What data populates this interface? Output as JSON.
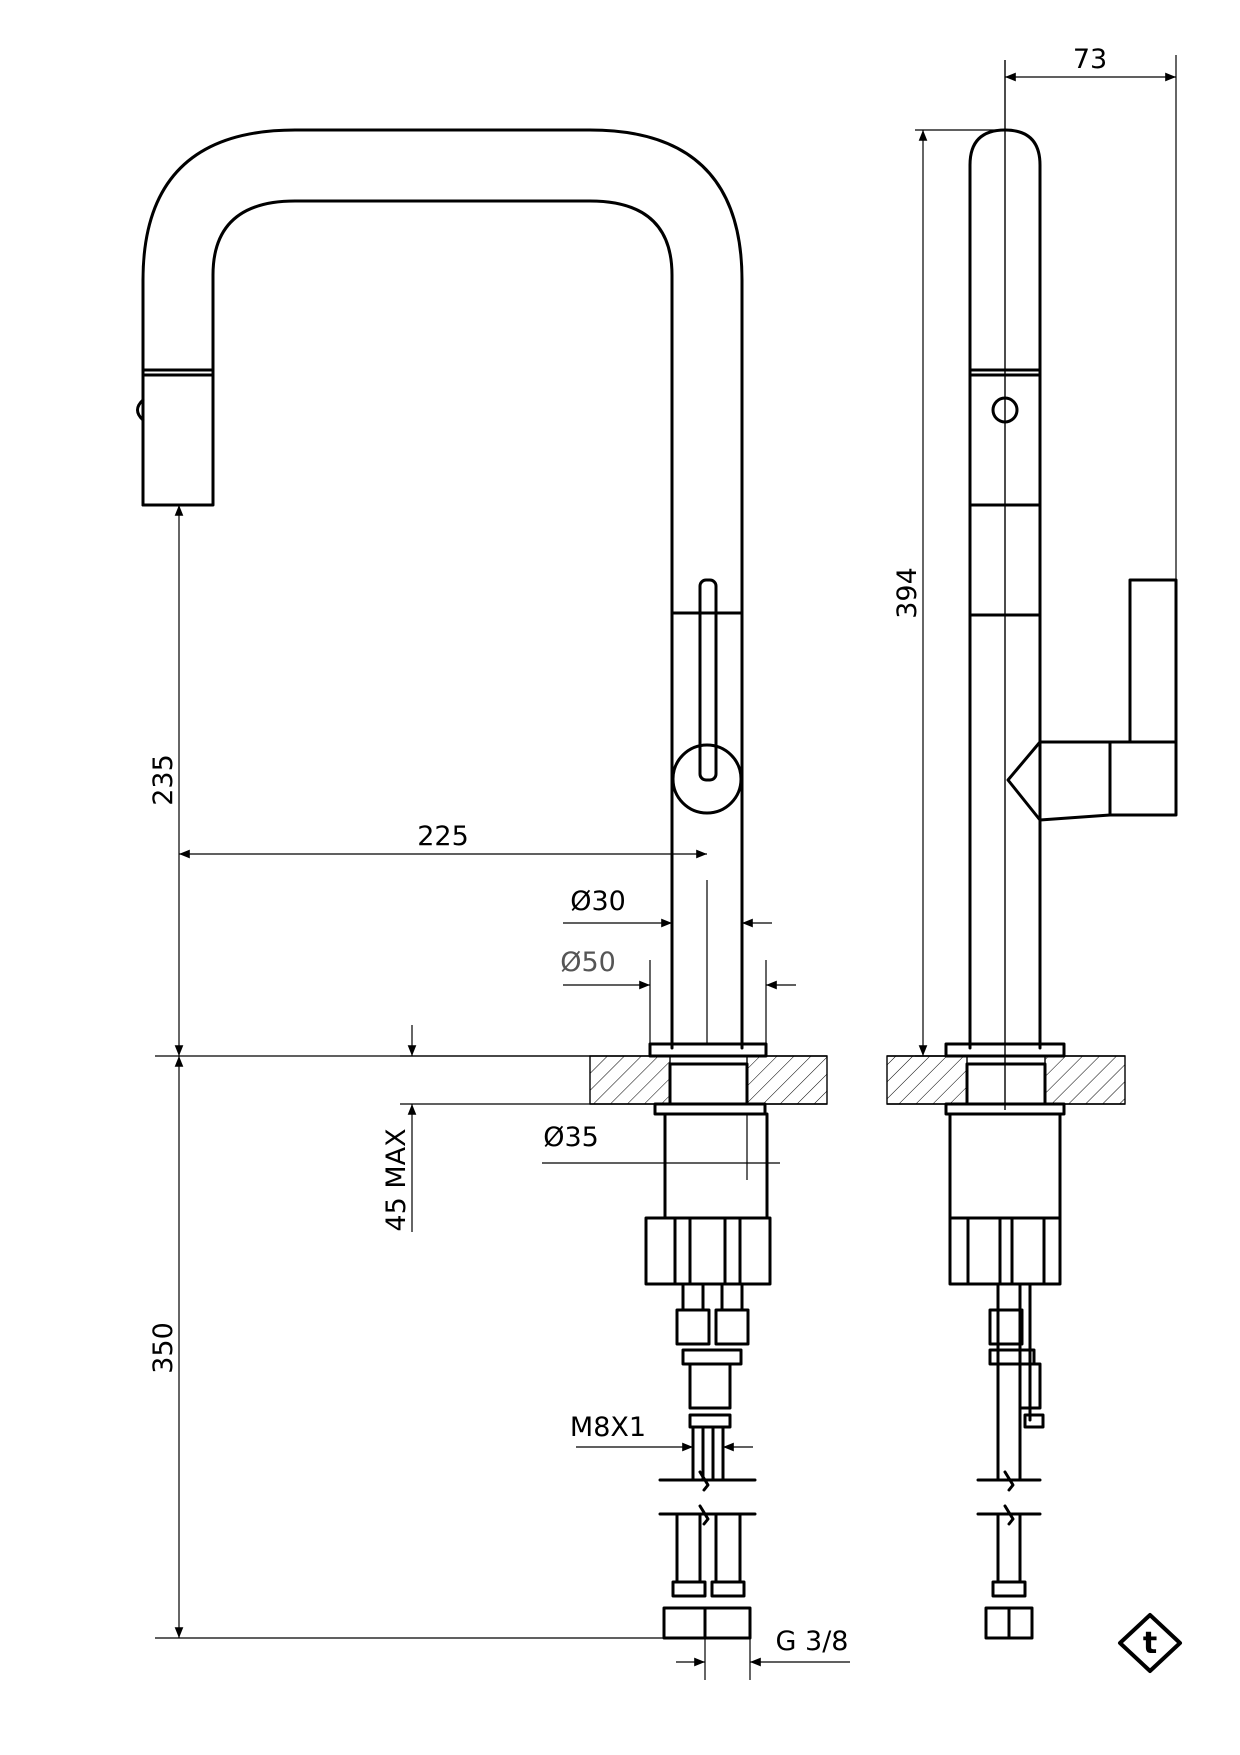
{
  "drawing": {
    "front_view": {
      "dim_spout_height": "235",
      "dim_spout_reach": "225",
      "dim_body_diameter": "Ø30",
      "dim_base_diameter": "Ø50",
      "dim_mount_hole": "Ø35",
      "dim_deck_thickness": "45 MAX",
      "dim_hose_length": "350",
      "dim_hose_thread": "M8X1",
      "dim_hose_connector": "G 3/8"
    },
    "side_view": {
      "dim_total_height": "394",
      "dim_depth": "73"
    },
    "logo": "t"
  }
}
